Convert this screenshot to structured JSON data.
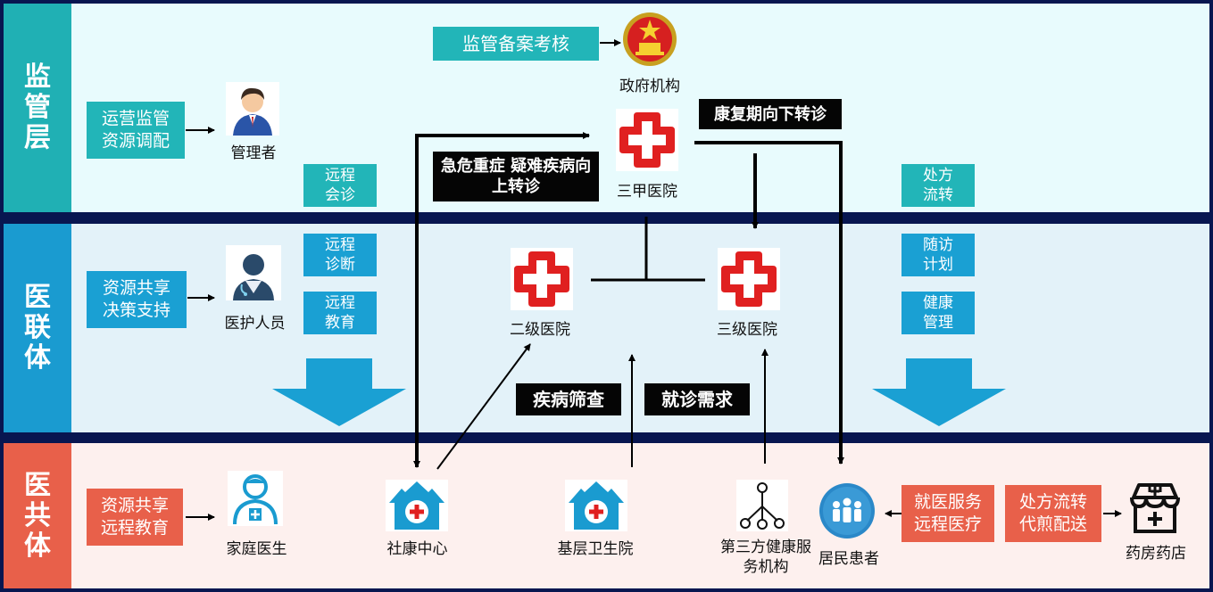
{
  "layers": {
    "top": "监管层",
    "middle": "医联体",
    "bottom": "医共体"
  },
  "labels": {
    "supervision_filing": "监管备案考核",
    "government": "政府机构",
    "operation_supervision": "运营监管资源调配",
    "manager": "管理者",
    "remote_consultation": "远程会诊",
    "critical_referral": "急危重症 疑难疾病向上转诊",
    "tertiary_a_hospital": "三甲医院",
    "rehab_downward_referral": "康复期向下转诊",
    "prescription_transfer_top": "处方流转",
    "resource_sharing_decision": "资源共享决策支持",
    "medical_staff": "医护人员",
    "remote_diagnosis": "远程诊断",
    "remote_education": "远程教育",
    "secondary_hospital": "二级医院",
    "tertiary_hospital": "三级医院",
    "follow_up_plan": "随访计划",
    "health_management": "健康管理",
    "disease_screening": "疾病筛查",
    "medical_demand": "就诊需求",
    "resource_sharing_education": "资源共享远程教育",
    "family_doctor": "家庭医生",
    "community_health_center": "社康中心",
    "primary_health_center": "基层卫生院",
    "third_party_health": "第三方健康服务机构",
    "residents_patients": "居民患者",
    "medical_service_remote": "就医服务远程医疗",
    "prescription_delivery": "处方流转代煎配送",
    "pharmacy": "药房药店"
  },
  "colors": {
    "top_layer": "#20b0b4",
    "middle_layer": "#1a9bd0",
    "bottom_layer": "#e8604a",
    "hospital_red": "#e02020",
    "background": "#081650"
  },
  "icons": [
    "national-emblem-icon",
    "manager-icon",
    "hospital-cross-icon",
    "doctor-icon",
    "family-doctor-icon",
    "community-clinic-icon",
    "network-icon",
    "patients-icon",
    "pharmacy-icon"
  ]
}
